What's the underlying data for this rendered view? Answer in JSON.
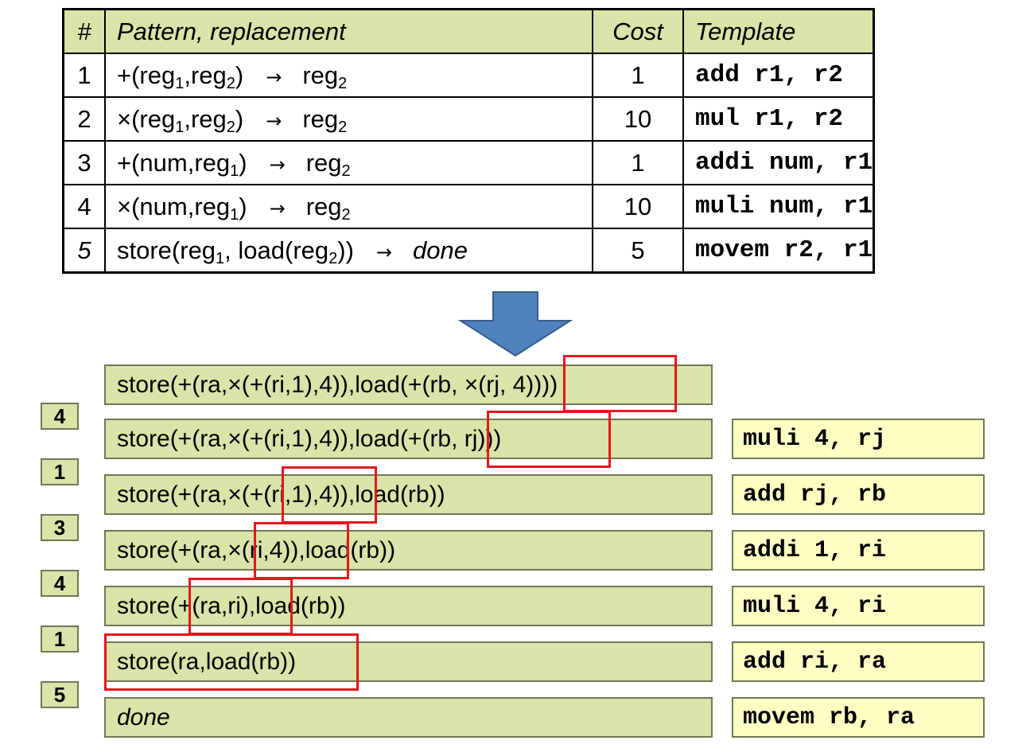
{
  "table": {
    "headers": {
      "num": "#",
      "pattern": "Pattern, replacement",
      "cost": "Cost",
      "template": "Template"
    },
    "rows": [
      {
        "num": "1",
        "lhs": "+(reg",
        "s1": "1",
        "mid": ",reg",
        "s2": "2",
        "close": ")",
        "arrow": "→",
        "rhs": "reg",
        "s3": "2",
        "cost": "1",
        "template": "add r1, r2"
      },
      {
        "num": "2",
        "lhs": "×(reg",
        "s1": "1",
        "mid": ",reg",
        "s2": "2",
        "close": ")",
        "arrow": "→",
        "rhs": "reg",
        "s3": "2",
        "cost": "10",
        "template": "mul r1, r2"
      },
      {
        "num": "3",
        "lhs": "+(num,reg",
        "s1": "1",
        "close": ")",
        "arrow": "→",
        "rhs": "reg",
        "s3": "2",
        "cost": "1",
        "template": "addi num, r1"
      },
      {
        "num": "4",
        "lhs": "×(num,reg",
        "s1": "1",
        "close": ")",
        "arrow": "→",
        "rhs": "reg",
        "s3": "2",
        "cost": "10",
        "template": "muli num, r1"
      },
      {
        "num": "5",
        "lhs": "store(reg",
        "s1": "1",
        "mid": ", load(reg",
        "s2": "2",
        "close": "))",
        "arrow": "→",
        "rhs": "done",
        "cost": "5",
        "template": "movem r2, r1"
      }
    ]
  },
  "steps": [
    "store(+(ra,×(+(ri,1),4)),load(+(rb, ×(rj, 4))))",
    "store(+(ra,×(+(ri,1),4)),load(+(rb, rj)))",
    "store(+(ra,×(+(ri,1),4)),load(rb))",
    "store(+(ra,×(ri,4)),load(rb))",
    "store(+(ra,ri),load(rb))",
    "store(ra,load(rb))",
    "done"
  ],
  "applied_rules": [
    "4",
    "1",
    "3",
    "4",
    "1",
    "5"
  ],
  "instructions": [
    "muli 4, rj",
    "add rj, rb",
    "addi 1, ri",
    "muli 4, ri",
    "add ri, ra",
    "movem rb, ra"
  ],
  "colors": {
    "box_fill": "#d8e4a8",
    "instr_fill": "#ffffc4",
    "highlight": "#e8141c",
    "arrow_fill": "#4f81bd",
    "arrow_stroke": "#385d8a"
  }
}
